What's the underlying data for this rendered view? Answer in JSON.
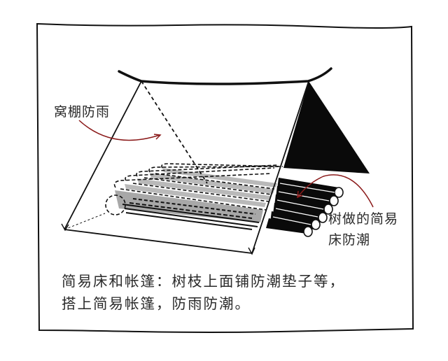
{
  "annotations": {
    "shelter_label": "窝棚防雨",
    "bed_label_line1": "树做的简易",
    "bed_label_line2": "床防潮"
  },
  "caption": {
    "line1": "简易床和帐篷：树枝上面铺防潮垫子等，",
    "line2": "搭上简易帐篷，防雨防潮。"
  },
  "colors": {
    "ink": "#111111",
    "arrow": "#8b1a1a",
    "log_gray": "#a8a8a8",
    "background": "#ffffff"
  }
}
